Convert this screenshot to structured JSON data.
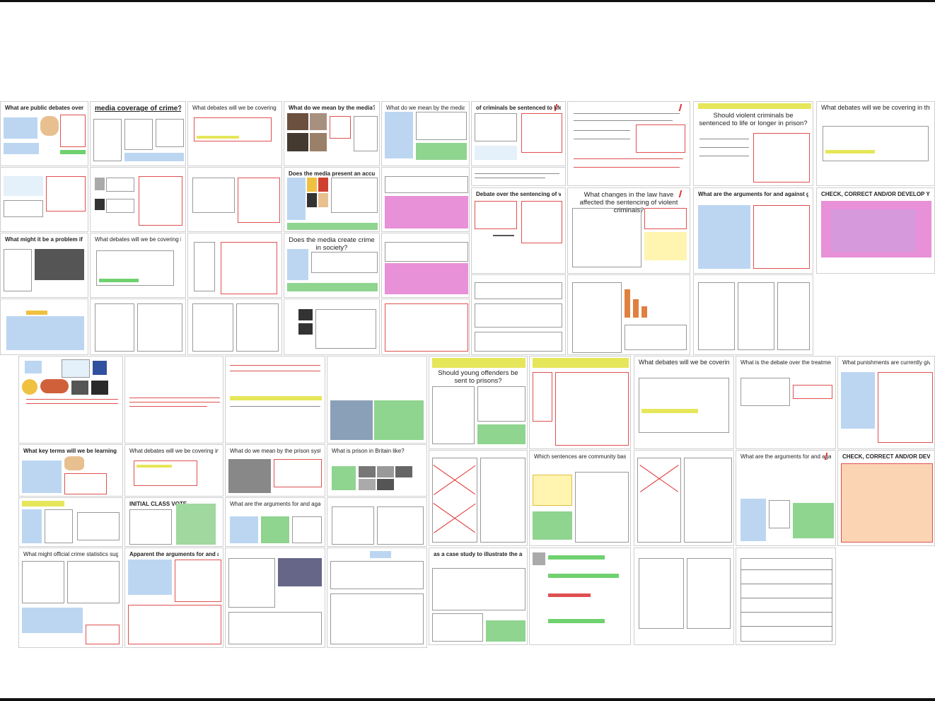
{
  "slides": [
    {
      "title": "What are public debates over the media coverage of crime?",
      "style": "bold"
    },
    {
      "title": "media coverage of crime?",
      "style": "big"
    },
    {
      "title": "What debates will we be covering in this topic?",
      "style": "plain"
    },
    {
      "title": "What do we mean by the media?",
      "style": "bold"
    },
    {
      "title": "What do we mean by the media?",
      "style": "plain"
    },
    {
      "title": "of criminals be sentenced to life or longer in prison?",
      "style": "bold"
    },
    {
      "title": "",
      "style": "plain"
    },
    {
      "title": "Should violent criminals be sentenced to life or longer in prison?",
      "style": "med"
    },
    {
      "title": "What debates will we be covering in this topic?",
      "style": "plain"
    },
    {
      "title": "CHECK, CORRECT AND/OR DEVELOP YOUR ANSWERS",
      "style": "bold"
    },
    {
      "title": "Does the media present an accurate picture of crime?",
      "style": "bold"
    },
    {
      "title": "What changes in the law have affected the sentencing of violent criminals?",
      "style": "med"
    },
    {
      "title": "CHECK, CORRECT AND/OR DEVELOP YOUR ANSWERS",
      "style": "bold"
    },
    {
      "title": "What debates will we be covering in this topic?",
      "style": "plain"
    },
    {
      "title": "Does the media create crime in society?",
      "style": "med"
    },
    {
      "title": "Should young offenders be sent to prisons?",
      "style": "med"
    },
    {
      "title": "What debates will we be covering in this topic?",
      "style": "plain"
    },
    {
      "title": "What is the debate over the treatment of young offenders?",
      "style": "plain"
    },
    {
      "title": "What key terms will we be learning about?",
      "style": "bold"
    },
    {
      "title": "What debates will we be covering in this topic?",
      "style": "plain"
    },
    {
      "title": "What do we mean by the prison system?",
      "style": "plain"
    },
    {
      "title": "What is prison in Britain like?",
      "style": "plain"
    },
    {
      "title": "INITIAL CLASS VOTE",
      "style": "bold"
    },
    {
      "title": "What are the arguments for and against using prisons as a form of punishment?",
      "style": "plain"
    },
    {
      "title": "What are the arguments for and against sending young offenders to prison?",
      "style": "plain"
    },
    {
      "title": "CHECK, CORRECT AND/OR DEVELOP YOUR ANSWERS",
      "style": "bold"
    },
    {
      "title": "What might official crime statistics suggest about prisons?",
      "style": "plain"
    }
  ]
}
